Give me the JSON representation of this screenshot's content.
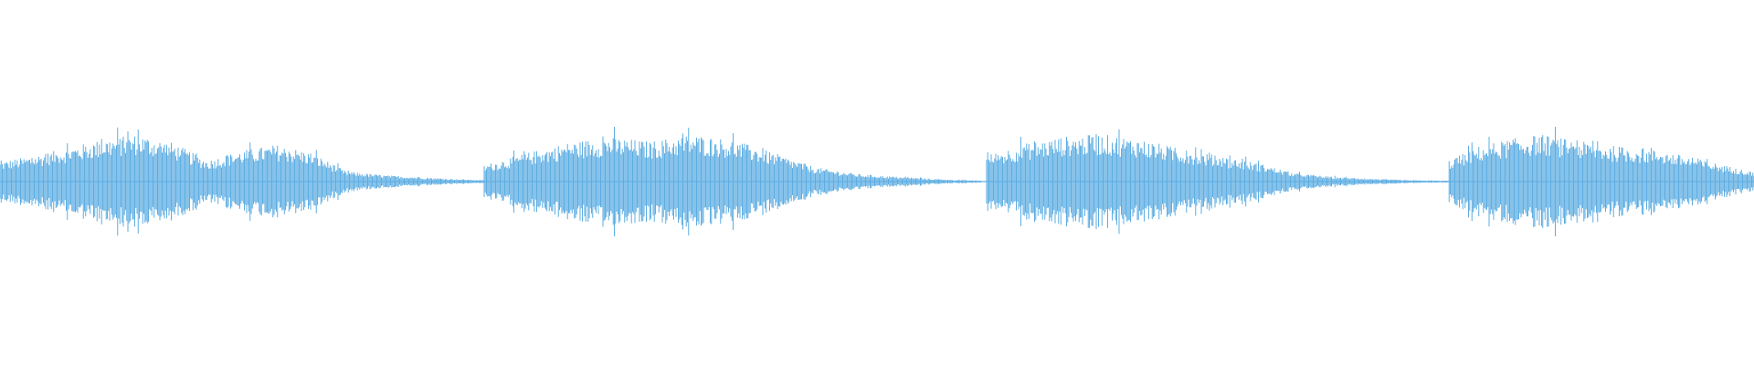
{
  "waveform": {
    "color": "#5dade2",
    "baseline_color": "#5dade2",
    "segments": [
      {
        "name": "burst-1",
        "envelope": [
          0.42,
          0.55,
          0.72,
          0.9,
          1.0,
          0.82,
          0.45,
          0.66,
          0.78,
          0.62,
          0.22,
          0.14,
          0.1,
          0.06,
          0.03
        ],
        "start": 0.0,
        "end": 0.276
      },
      {
        "name": "burst-2",
        "envelope": [
          0.35,
          0.6,
          0.82,
          0.95,
          0.85,
          1.0,
          0.88,
          0.6,
          0.3,
          0.16,
          0.1,
          0.05,
          0.02
        ],
        "start": 0.276,
        "end": 0.56
      },
      {
        "name": "burst-3",
        "envelope": [
          0.55,
          0.8,
          0.95,
          1.0,
          0.9,
          0.7,
          0.55,
          0.4,
          0.18,
          0.1,
          0.06,
          0.03,
          0.02
        ],
        "start": 0.562,
        "end": 0.826
      },
      {
        "name": "burst-4",
        "envelope": [
          0.45,
          0.75,
          0.9,
          1.0,
          0.88,
          0.78,
          0.72,
          0.65,
          0.5,
          0.35,
          0.2
        ],
        "start": 0.826,
        "end": 1.0
      }
    ]
  }
}
